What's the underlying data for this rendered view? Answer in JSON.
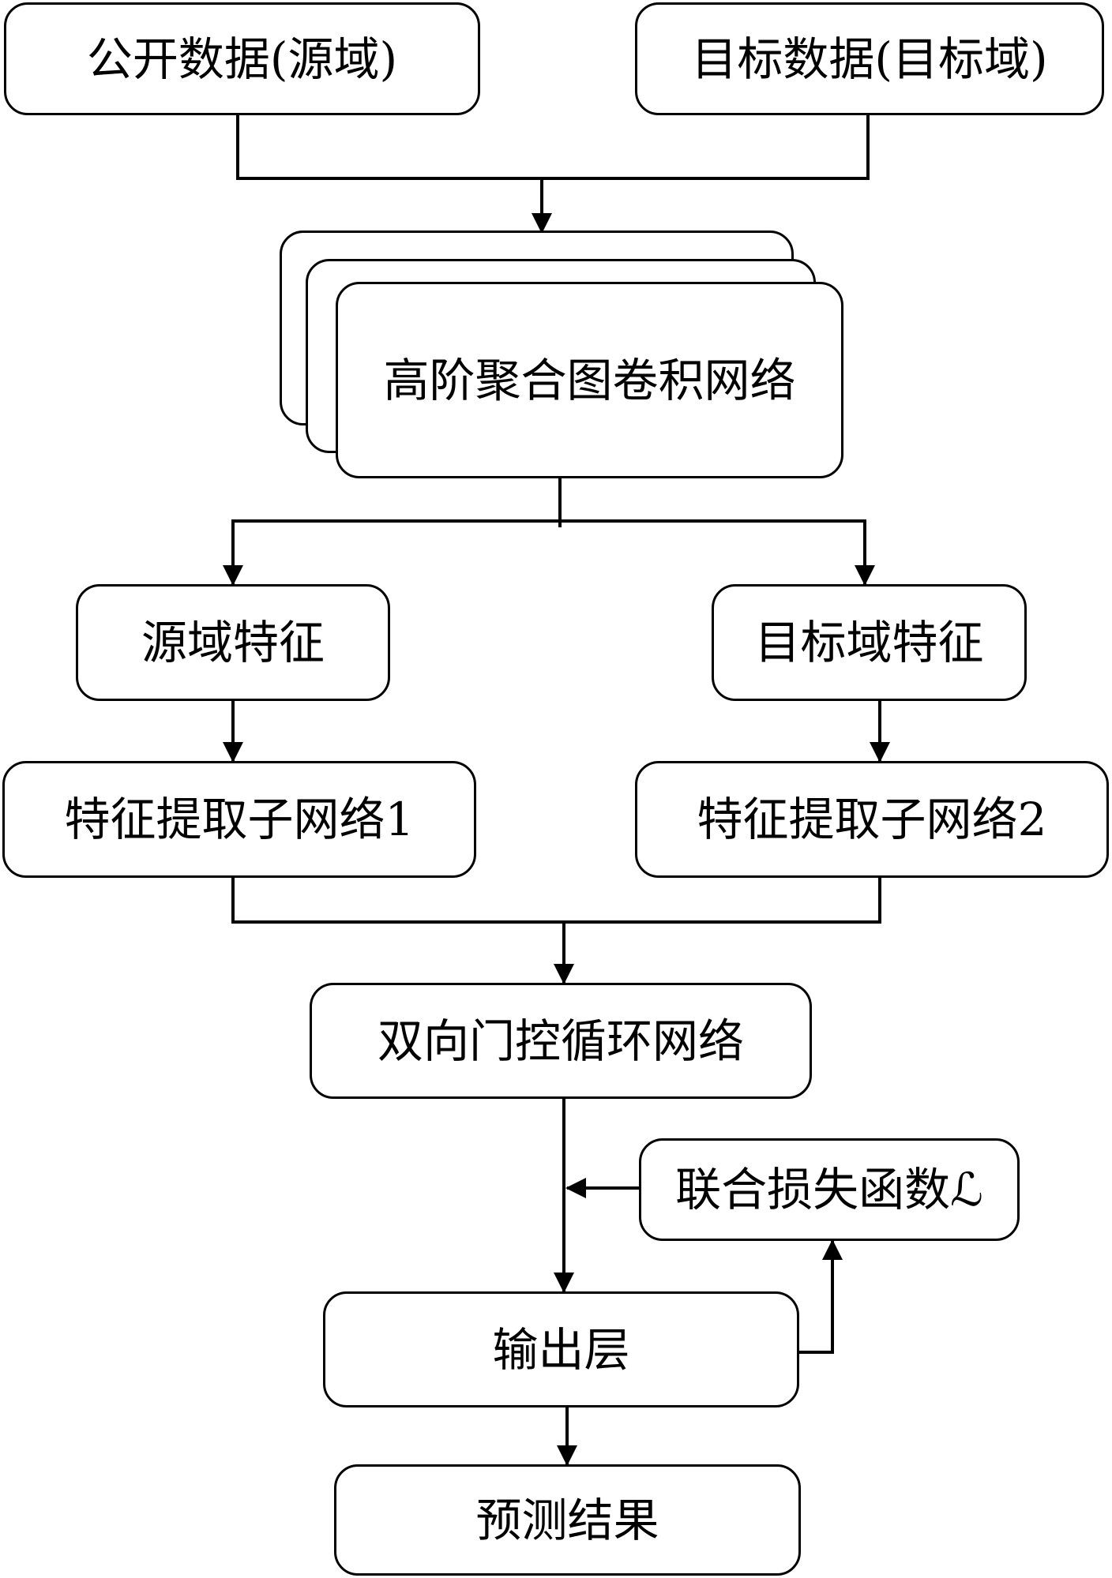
{
  "diagram": {
    "nodes": {
      "source_data": "公开数据(源域)",
      "target_data": "目标数据(目标域)",
      "gcn": "高阶聚合图卷积网络",
      "source_feature": "源域特征",
      "target_feature": "目标域特征",
      "extractor_1": "特征提取子网络1",
      "extractor_2": "特征提取子网络2",
      "bigru": "双向门控循环网络",
      "joint_loss": "联合损失函数ℒ",
      "output_layer": "输出层",
      "prediction": "预测结果"
    },
    "edges": [
      {
        "from": "source_data",
        "to": "gcn"
      },
      {
        "from": "target_data",
        "to": "gcn"
      },
      {
        "from": "gcn",
        "to": "source_feature"
      },
      {
        "from": "gcn",
        "to": "target_feature"
      },
      {
        "from": "source_feature",
        "to": "extractor_1"
      },
      {
        "from": "target_feature",
        "to": "extractor_2"
      },
      {
        "from": "extractor_1",
        "to": "bigru"
      },
      {
        "from": "extractor_2",
        "to": "bigru"
      },
      {
        "from": "bigru",
        "to": "output_layer"
      },
      {
        "from": "joint_loss",
        "to": "bigru-output-link"
      },
      {
        "from": "output_layer",
        "to": "joint_loss"
      },
      {
        "from": "output_layer",
        "to": "prediction"
      }
    ]
  }
}
